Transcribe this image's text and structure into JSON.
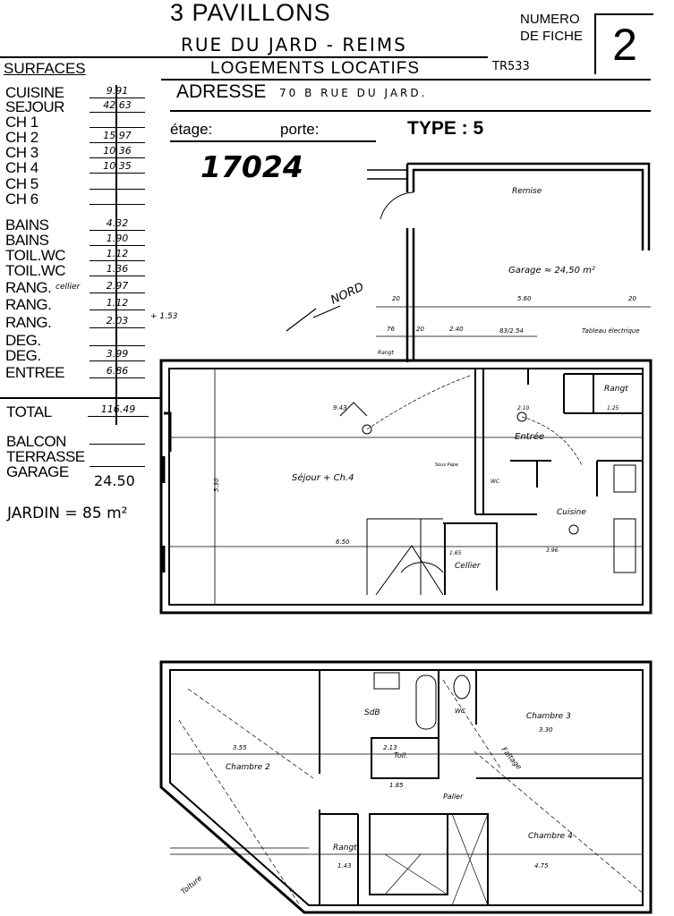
{
  "header": {
    "title": "3 PAVILLONS",
    "street": "RUE DU JARD - REIMS",
    "program": "LOGEMENTS LOCATIFS",
    "ref": "TR533",
    "fiche_label_1": "NUMERO",
    "fiche_label_2": "DE FICHE",
    "fiche_number": "2",
    "address_label": "ADRESSE",
    "address_value": "70 B  RUE DU JARD.",
    "etage_label": "étage:",
    "porte_label": "porte:",
    "type_label": "TYPE : 5",
    "code": "17024"
  },
  "surfaces": {
    "title": "SURFACES",
    "rows": [
      {
        "label": "CUISINE",
        "value": "9.91"
      },
      {
        "label": "SEJOUR",
        "value": "42.63"
      },
      {
        "label": "CH   1",
        "value": ""
      },
      {
        "label": "CH   2",
        "value": "15.97"
      },
      {
        "label": "CH   3",
        "value": "10.36"
      },
      {
        "label": "CH   4",
        "value": "10.35"
      },
      {
        "label": "CH   5",
        "value": ""
      },
      {
        "label": "CH   6",
        "value": ""
      },
      {
        "label": "BAINS",
        "value": "4.32"
      },
      {
        "label": "BAINS",
        "value": "1.90"
      },
      {
        "label": "TOIL.WC",
        "value": "1.12"
      },
      {
        "label": "TOIL.WC",
        "value": "1.36"
      },
      {
        "label": "RANG.",
        "value": "2.97",
        "note": "cellier"
      },
      {
        "label": "RANG.",
        "value": "1.12"
      },
      {
        "label": "RANG.",
        "value": "2.03",
        "note": "+ 1.53"
      },
      {
        "label": "DEG.",
        "value": ""
      },
      {
        "label": "DEG.",
        "value": "3.99"
      },
      {
        "label": "ENTREE",
        "value": "6.86"
      }
    ],
    "total_label": "TOTAL",
    "total_value": "116.49",
    "balcon_label": "BALCON",
    "terrasse_label": "TERRASSE",
    "garage_label": "GARAGE",
    "garage_value": "24.50",
    "jardin": "JARDIN =  85 m²"
  },
  "plan": {
    "north": "NORD",
    "garage": {
      "remise": "Remise",
      "garage": "Garage  ≈ 24,50 m²",
      "dim_width": "5.60",
      "dim_20a": "20",
      "dim_20b": "20",
      "dim_20c": "20",
      "dim_76": "76",
      "dim_240": "2.40",
      "dim_83": "83/2.54",
      "tableau": "Tableau électrique",
      "rang": "Rangt"
    },
    "ground": {
      "sejour": "Séjour + Ch.4",
      "entree": "Entrée",
      "cuisine": "Cuisine",
      "cellier": "Cellier",
      "rangt": "Rangt",
      "wc": "WC",
      "dim_943": "9.43",
      "dim_650": "6.50",
      "dim_530": "5.30",
      "dim_210": "2.10",
      "dim_165": "1.65",
      "dim_396": "3.96",
      "dim_125": "1.25",
      "sous_pape": "Sous Pape"
    },
    "upper": {
      "chambre2": "Chambre 2",
      "chambre3": "Chambre 3",
      "chambre4": "Chambre 4",
      "sdb": "SdB",
      "toil": "Toil.",
      "wc": "WC",
      "palier": "Palier",
      "rangt": "Rangt",
      "toiture": "Toiture",
      "faitage": "Faîtage",
      "dim_355": "3.55",
      "dim_213": "2.13",
      "dim_185": "1.85",
      "dim_330": "3.30",
      "dim_143": "1.43",
      "dim_475": "4.75"
    }
  }
}
